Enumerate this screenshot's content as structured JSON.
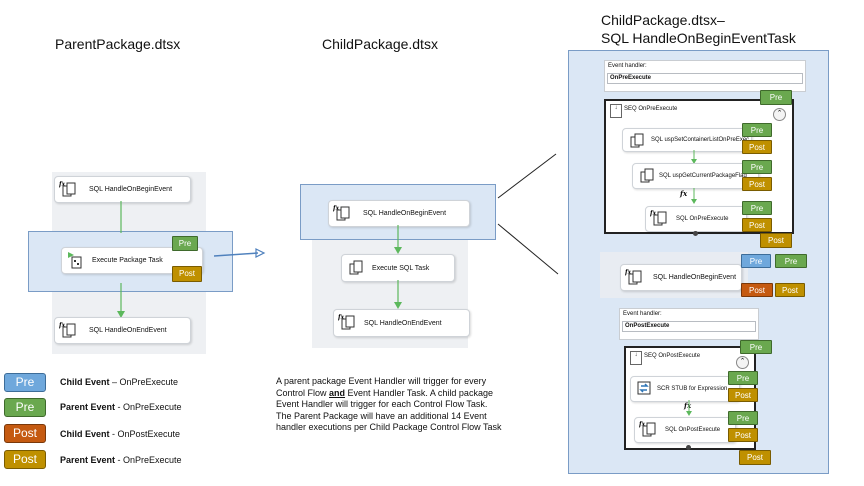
{
  "titles": {
    "parent": "ParentPackage.dtsx",
    "child": "ChildPackage.dtsx",
    "detail_line1": "ChildPackage.dtsx–",
    "detail_line2": "SQL HandleOnBeginEventTask"
  },
  "parent": {
    "tasks": [
      "SQL HandleOnBeginEvent",
      "Execute Package Task",
      "SQL HandleOnEndEvent"
    ],
    "pre": "Pre",
    "post": "Post"
  },
  "child": {
    "tasks": [
      "SQL HandleOnBeginEvent",
      "Execute SQL Task",
      "SQL HandleOnEndEvent"
    ]
  },
  "detail": {
    "pre_handler": {
      "label": "Event handler:",
      "value": "OnPreExecute",
      "container": "SEQ OnPreExecute",
      "tasks": [
        "SQL uspSetContainerListOnPreExecute",
        "SQL uspGetCurrentPackageFlag",
        "SQL OnPreExecute"
      ]
    },
    "main_task": "SQL HandleOnBeginEvent",
    "post_handler": {
      "label": "Event handler:",
      "value": "OnPostExecute",
      "container": "SEQ OnPostExecute",
      "tasks": [
        "SCR STUB for Expression",
        "SQL OnPostExecute"
      ]
    },
    "fx": "fx",
    "pre": "Pre",
    "post": "Post"
  },
  "legend": [
    {
      "badge": "Pre",
      "bold": "Child Event",
      "rest": " – OnPreExecute",
      "color": "#6fa8dc"
    },
    {
      "badge": "Pre",
      "bold": "Parent Event",
      "rest": " - OnPreExecute",
      "color": "#6aa84f"
    },
    {
      "badge": "Post",
      "bold": "Child Event",
      "rest": " - OnPostExecute",
      "color": "#c55a11"
    },
    {
      "badge": "Post",
      "bold": "Parent Event",
      "rest": " - OnPreExecute",
      "color": "#bf9000"
    }
  ],
  "note": {
    "p1_a": "A parent package Event Handler will trigger for every Control Flow ",
    "p1_and": "and",
    "p1_b": " Event Handler Task.  A child package Event Handler will trigger for each Control Flow Task.",
    "p2": "The Parent Package will have an additional 14 Event handler executions per Child Package Control Flow Task"
  },
  "colors": {
    "pre_child": "#6fa8dc",
    "pre_parent": "#6aa84f",
    "post_child": "#c55a11",
    "post_parent": "#bf9000",
    "flow_arrow": "#5cb85c",
    "highlight": "#dbe7f5"
  }
}
